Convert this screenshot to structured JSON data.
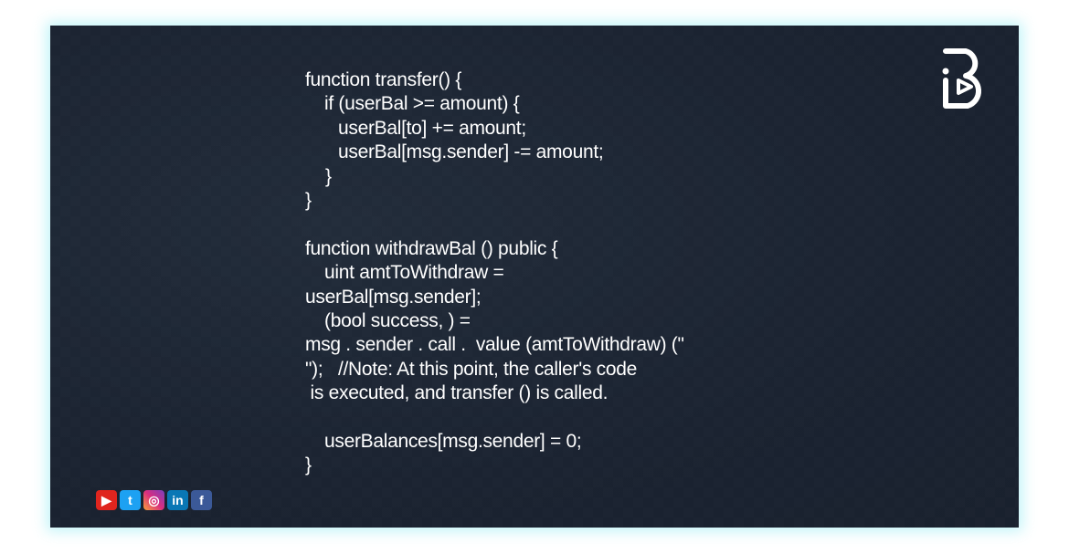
{
  "code_lines": [
    "function transfer() {",
    "if (userBal >= amount) {",
    "userBal[to] += amount;",
    "userBal[msg.sender] -= amount;",
    "}",
    "}",
    "",
    "function withdrawBal () public {",
    "uint amtToWithdraw =",
    "userBal[msg.sender];",
    "(bool success, ) =",
    "msg . sender . call .  value (amtToWithdraw) (\"",
    "\");   //Note: At this point, the caller's code",
    " is executed, and transfer () is called.",
    "",
    "userBalances[msg.sender] = 0;",
    "}"
  ],
  "logo": {
    "icon": "brand-b-logo"
  },
  "social_icons": [
    "youtube-icon",
    "twitter-icon",
    "instagram-icon",
    "linkedin-icon",
    "facebook-icon"
  ],
  "colors": {
    "background": "#1b2331",
    "text": "#ffffff",
    "glow": "#78e6f0"
  }
}
